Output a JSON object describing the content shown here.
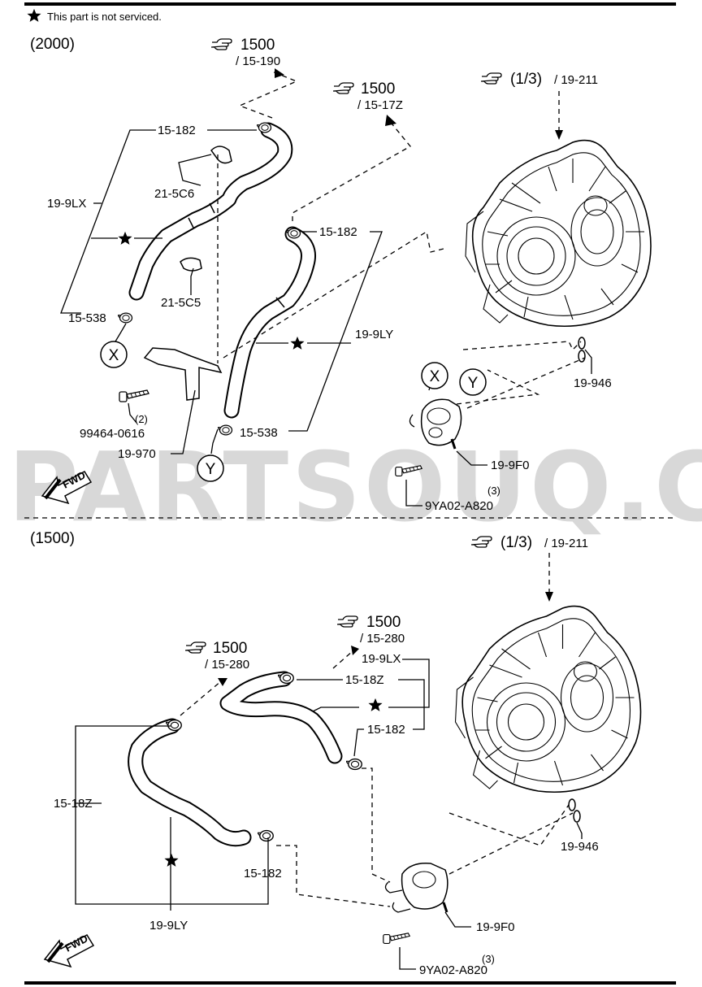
{
  "header": {
    "note": "This part is not serviced."
  },
  "watermark": "PARTSOUQ.COM",
  "sections": [
    {
      "variant_label": "(2000)",
      "refs": [
        {
          "num": "1500",
          "sub": "/ 15-190"
        },
        {
          "num": "1500",
          "sub": "/ 15-17Z"
        },
        {
          "num": "(1/3)",
          "sub": "/ 19-211"
        }
      ],
      "parts": {
        "p_15_182_a": "15-182",
        "p_21_5c6": "21-5C6",
        "p_19_9lx": "19-9LX",
        "p_21_5c5": "21-5C5",
        "p_15_538_a": "15-538",
        "p_15_182_b": "15-182",
        "p_19_9ly": "19-9LY",
        "p_15_538_b": "15-538",
        "p_99464": "99464-0616",
        "p_99464_qty": "(2)",
        "p_19_970": "19-970",
        "p_19_946": "19-946",
        "p_19_9f0": "19-9F0",
        "p_9ya02": "9YA02-A820",
        "p_9ya02_qty": "(3)"
      },
      "circles": [
        "X",
        "Y",
        "X",
        "Y"
      ]
    },
    {
      "variant_label": "(1500)",
      "refs": [
        {
          "num": "(1/3)",
          "sub": "/ 19-211"
        },
        {
          "num": "1500",
          "sub": "/ 15-280"
        },
        {
          "num": "1500",
          "sub": "/ 15-280"
        }
      ],
      "parts": {
        "p_19_9lx": "19-9LX",
        "p_15_18z_a": "15-18Z",
        "p_15_182_a": "15-182",
        "p_15_18z_b": "15-18Z",
        "p_15_182_b": "15-182",
        "p_19_9ly": "19-9LY",
        "p_19_946": "19-946",
        "p_19_9f0": "19-9F0",
        "p_9ya02": "9YA02-A820",
        "p_9ya02_qty": "(3)"
      }
    }
  ],
  "fwd_label": "FWD",
  "icons": {
    "star": "star-icon",
    "ref_hand": "pointing-hand-icon",
    "fwd_arrow": "forward-arrow-icon"
  }
}
